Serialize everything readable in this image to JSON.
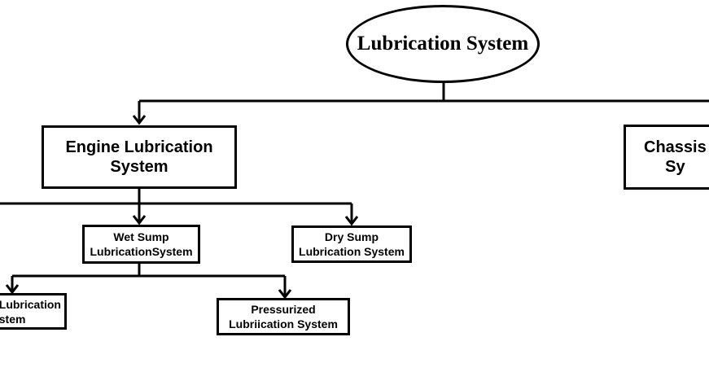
{
  "diagram": {
    "root": "Lubrication System",
    "engine": "Engine Lubrication\nSystem",
    "chassis": "Chassis\nSy",
    "wet_sump": "Wet Sump\nLubricationSystem",
    "dry_sump": "Dry Sump\nLubrication System",
    "left_leaf": "Lubrication\nstem",
    "pressurized": "Pressurized\nLubriication System"
  }
}
